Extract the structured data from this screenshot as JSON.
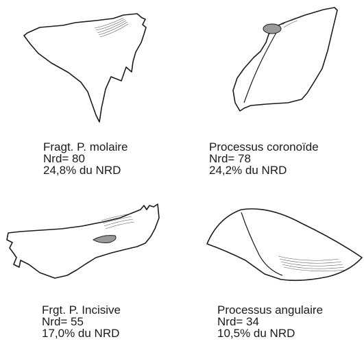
{
  "panels": [
    {
      "name": "Fragt. P. molaire",
      "nrd": "Nrd= 80",
      "percent": "24,8% du NRD"
    },
    {
      "name": "Processus coronoïde",
      "nrd": "Nrd= 78",
      "percent": "24,2% du NRD"
    },
    {
      "name": "Frgt. P. Incisive",
      "nrd": "Nrd= 55",
      "percent": "17,0% du NRD"
    },
    {
      "name": "Processus angulaire",
      "nrd": "Nrd= 34",
      "percent": "10,5% du NRD"
    }
  ]
}
